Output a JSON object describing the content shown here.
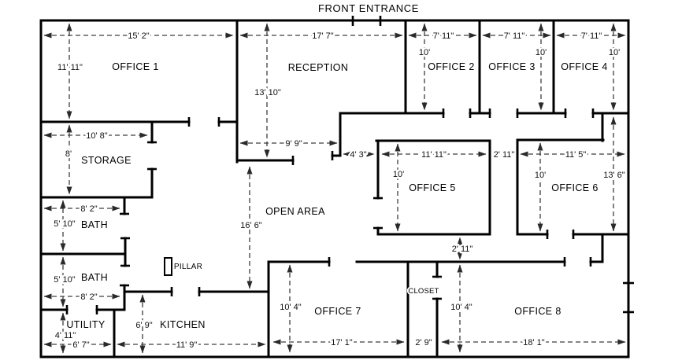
{
  "floorplan": {
    "entrance_label": "FRONT ENTRANCE",
    "rooms": {
      "office1": "OFFICE 1",
      "reception": "RECEPTION",
      "office2": "OFFICE 2",
      "office3": "OFFICE 3",
      "office4": "OFFICE 4",
      "storage": "STORAGE",
      "office5": "OFFICE 5",
      "office6": "OFFICE 6",
      "bath1": "BATH",
      "bath2": "BATH",
      "open_area": "OPEN AREA",
      "pillar": "PILLAR",
      "utility": "UTILITY",
      "kitchen": "KITCHEN",
      "office7": "OFFICE 7",
      "closet": "CLOSET",
      "office8": "OFFICE 8"
    },
    "dims": {
      "office1_w": "15' 2\"",
      "office1_h": "11' 11\"",
      "reception_w": "17' 7\"",
      "reception_h": "13' 10\"",
      "office2_w": "7' 11\"",
      "office2_h": "10'",
      "office3_w": "7' 11\"",
      "office3_h": "10'",
      "office4_w": "7' 11\"",
      "office4_h": "10'",
      "storage_w": "10' 8\"",
      "storage_h": "8'",
      "open_top_w": "9' 9\"",
      "recess_w": "4' 3\"",
      "office5_w": "11' 11\"",
      "office5_h": "10'",
      "gap56_w": "2' 11\"",
      "office6_w": "11' 5\"",
      "office6_h": "10'",
      "office6_full_h": "13' 6\"",
      "bath1_w": "8' 2\"",
      "bath1_h": "5' 10\"",
      "open_h": "16' 6\"",
      "bath2_w": "8' 2\"",
      "bath2_h": "5' 10\"",
      "corridor_h": "2' 11\"",
      "office7_h": "10' 4\"",
      "office7_w": "17' 1\"",
      "closet_w": "2' 9\"",
      "office8_h": "10' 4\"",
      "office8_w": "18' 1\"",
      "kitchen_h": "6' 9\"",
      "kitchen_w": "11' 9\"",
      "utility_h": "4' 11\"",
      "utility_w": "6' 7\""
    }
  }
}
